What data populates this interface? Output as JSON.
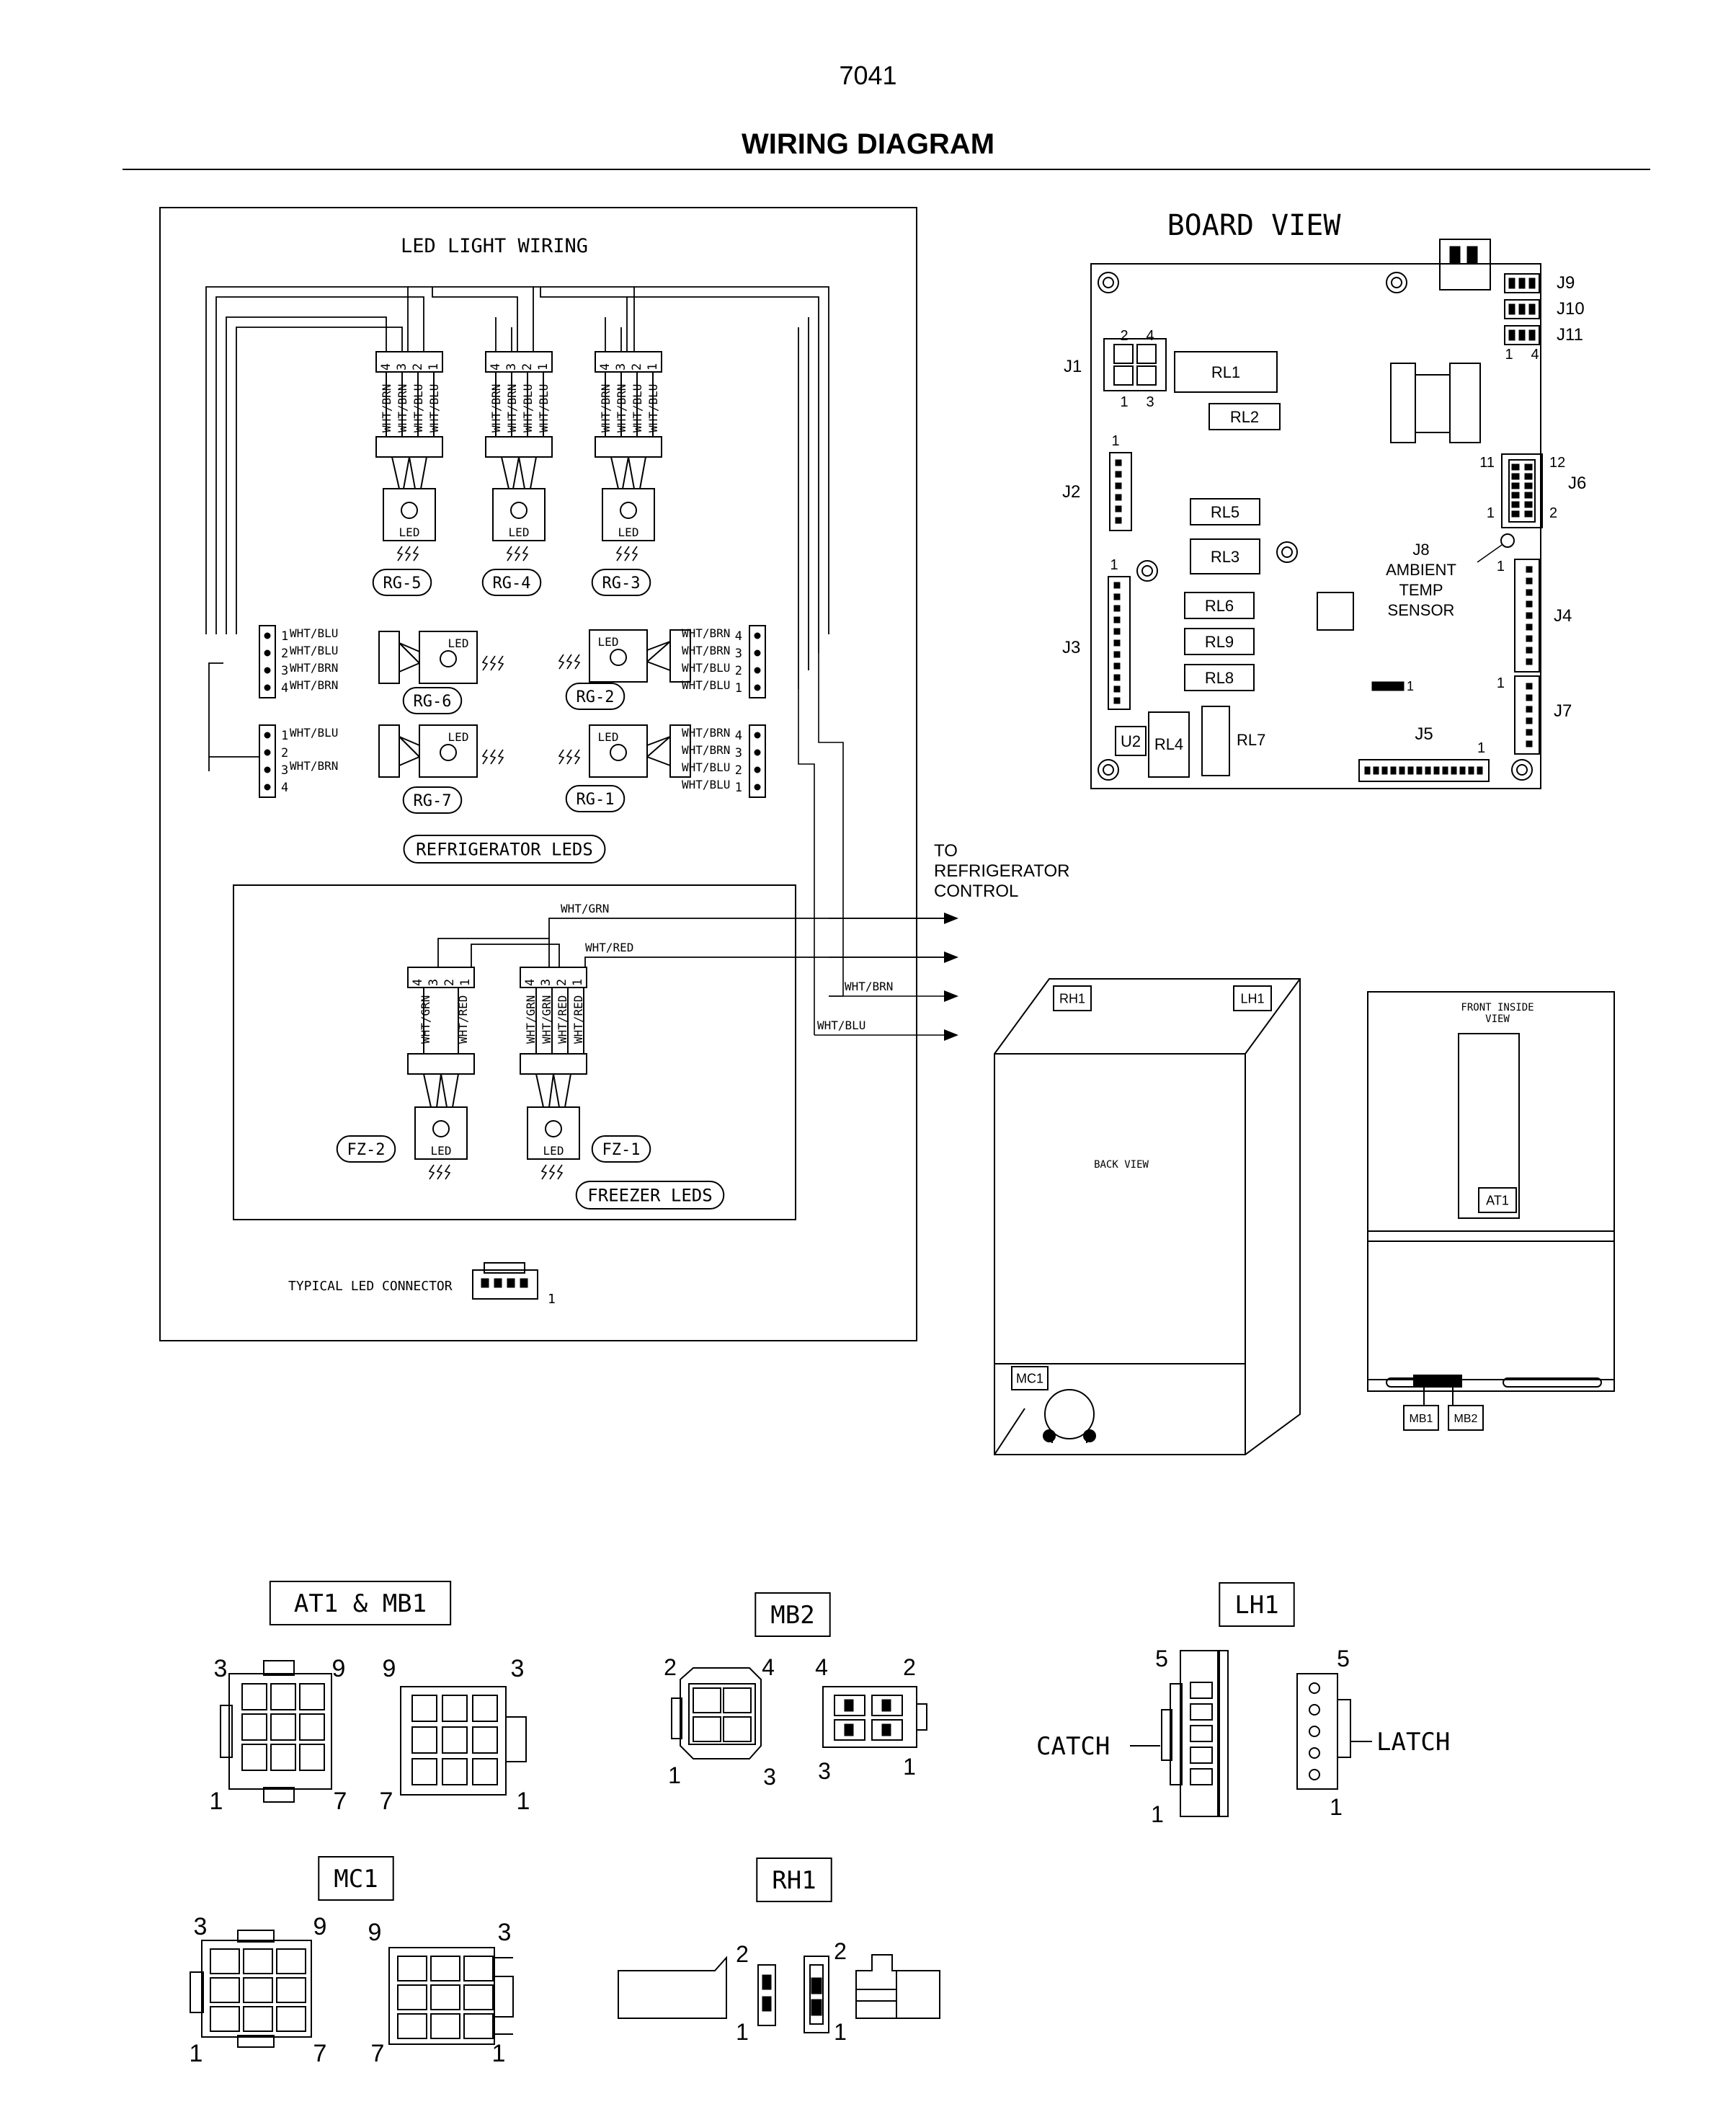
{
  "page_number": "7041",
  "title": "WIRING DIAGRAM",
  "led_panel": {
    "title": "LED LIGHT WIRING",
    "led_text": "LED",
    "top_leds": [
      {
        "name": "RG-5",
        "pins": [
          "4",
          "3",
          "2",
          "1"
        ],
        "wires": [
          "WHT/BRN",
          "WHT/BRN",
          "WHT/BLU",
          "WHT/BLU"
        ]
      },
      {
        "name": "RG-4",
        "pins": [
          "4",
          "3",
          "2",
          "1"
        ],
        "wires": [
          "WHT/BRN",
          "WHT/BRN",
          "WHT/BLU",
          "WHT/BLU"
        ]
      },
      {
        "name": "RG-3",
        "pins": [
          "4",
          "3",
          "2",
          "1"
        ],
        "wires": [
          "WHT/BRN",
          "WHT/BRN",
          "WHT/BLU",
          "WHT/BLU"
        ]
      }
    ],
    "left_connector_1": {
      "pins": [
        "1",
        "2",
        "3",
        "4"
      ],
      "wires": [
        "WHT/BLU",
        "WHT/BLU",
        "WHT/BRN",
        "WHT/BRN"
      ]
    },
    "left_connector_2": {
      "pins": [
        "1",
        "2",
        "3",
        "4"
      ],
      "wires": [
        "WHT/BLU",
        "WHT/BRN"
      ]
    },
    "right_connector_1": {
      "pins": [
        "4",
        "3",
        "2",
        "1"
      ],
      "wires": [
        "WHT/BRN",
        "WHT/BRN",
        "WHT/BLU",
        "WHT/BLU"
      ]
    },
    "right_connector_2": {
      "pins": [
        "4",
        "3",
        "2",
        "1"
      ],
      "wires": [
        "WHT/BRN",
        "WHT/BRN",
        "WHT/BLU",
        "WHT/BLU"
      ]
    },
    "mid_leds": [
      "RG-6",
      "RG-2",
      "RG-7",
      "RG-1"
    ],
    "refrigerator_leds_label": "REFRIGERATOR LEDS",
    "freezer": {
      "wire_grn": "WHT/GRN",
      "wire_red": "WHT/RED",
      "fz2": {
        "name": "FZ-2",
        "pins": [
          "4",
          "3",
          "2",
          "1"
        ],
        "wires": [
          "WHT/GRN",
          "WHT/RED"
        ]
      },
      "fz1": {
        "name": "FZ-1",
        "pins": [
          "4",
          "3",
          "2",
          "1"
        ],
        "wires": [
          "WHT/GRN",
          "WHT/GRN",
          "WHT/RED",
          "WHT/RED"
        ]
      }
    },
    "freezer_leds_label": "FREEZER LEDS",
    "typical_connector_label": "TYPICAL LED CONNECTOR",
    "typical_connector_pin": "1"
  },
  "control_arrows": {
    "label_lines": [
      "TO",
      "REFRIGERATOR",
      "CONTROL"
    ],
    "wires": [
      "WHT/BRN",
      "WHT/BLU"
    ]
  },
  "board_view": {
    "title": "BOARD VIEW",
    "relays": [
      "RL1",
      "RL2",
      "RL5",
      "RL3",
      "RL6",
      "RL9",
      "RL8",
      "RL4",
      "RL7"
    ],
    "u2": "U2",
    "connectors": [
      "J1",
      "J2",
      "J3",
      "J4",
      "J5",
      "J6",
      "J7",
      "J9",
      "J10",
      "J11"
    ],
    "j1_pins": [
      "2",
      "4",
      "1",
      "3"
    ],
    "j11_pins": [
      "1",
      "4"
    ],
    "j6_pins": [
      "11",
      "12",
      "1",
      "2"
    ],
    "pin1": "1",
    "j8_lines": [
      "J8",
      "AMBIENT",
      "TEMP",
      "SENSOR"
    ]
  },
  "back_view": {
    "label": "BACK VIEW",
    "tags": [
      "RH1",
      "LH1",
      "MC1"
    ]
  },
  "front_view": {
    "label_lines": [
      "FRONT INSIDE",
      "VIEW"
    ],
    "tags": [
      "AT1",
      "MB1",
      "MB2"
    ]
  },
  "connector_details": {
    "at1_mb1": {
      "label": "AT1 & MB1",
      "pins_left": [
        "3",
        "9",
        "1",
        "7"
      ],
      "pins_right": [
        "9",
        "3",
        "7",
        "1"
      ]
    },
    "mb2": {
      "label": "MB2",
      "pins_left": [
        "2",
        "4",
        "1",
        "3"
      ],
      "pins_right": [
        "4",
        "2",
        "3",
        "1"
      ]
    },
    "lh1": {
      "label": "LH1",
      "catch": "CATCH",
      "latch": "LATCH",
      "pins": [
        "5",
        "1",
        "5",
        "1"
      ]
    },
    "mc1": {
      "label": "MC1",
      "pins_left": [
        "3",
        "9",
        "1",
        "7"
      ],
      "pins_right": [
        "9",
        "3",
        "7",
        "1"
      ]
    },
    "rh1": {
      "label": "RH1",
      "pins": [
        "2",
        "1",
        "2",
        "1"
      ]
    }
  }
}
